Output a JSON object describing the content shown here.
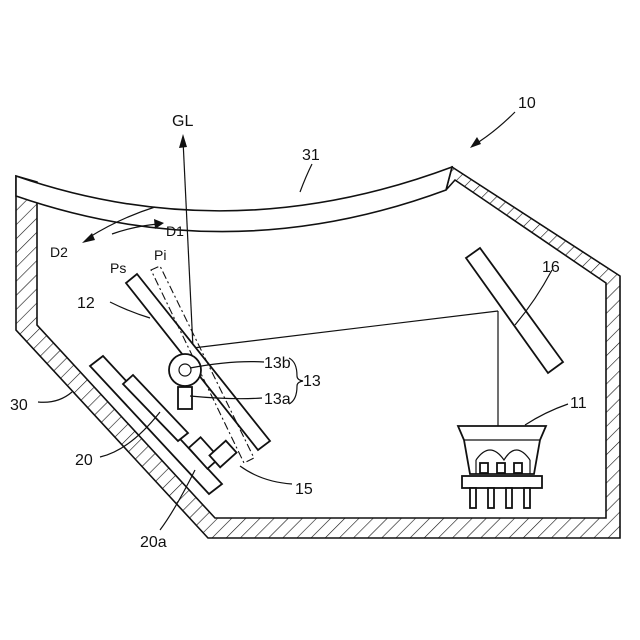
{
  "labels": {
    "device": "10",
    "light_source": "11",
    "reflector": "12",
    "actuator": "13",
    "actuator_a": "13a",
    "actuator_b": "13b",
    "stopper": "15",
    "concave_mirror": "16",
    "display": "20",
    "display_surface": "20a",
    "housing": "30",
    "windshield": "31",
    "gaze_line": "GL",
    "direction_1": "D1",
    "direction_2": "D2",
    "position_s": "Ps",
    "position_i": "Pi"
  }
}
